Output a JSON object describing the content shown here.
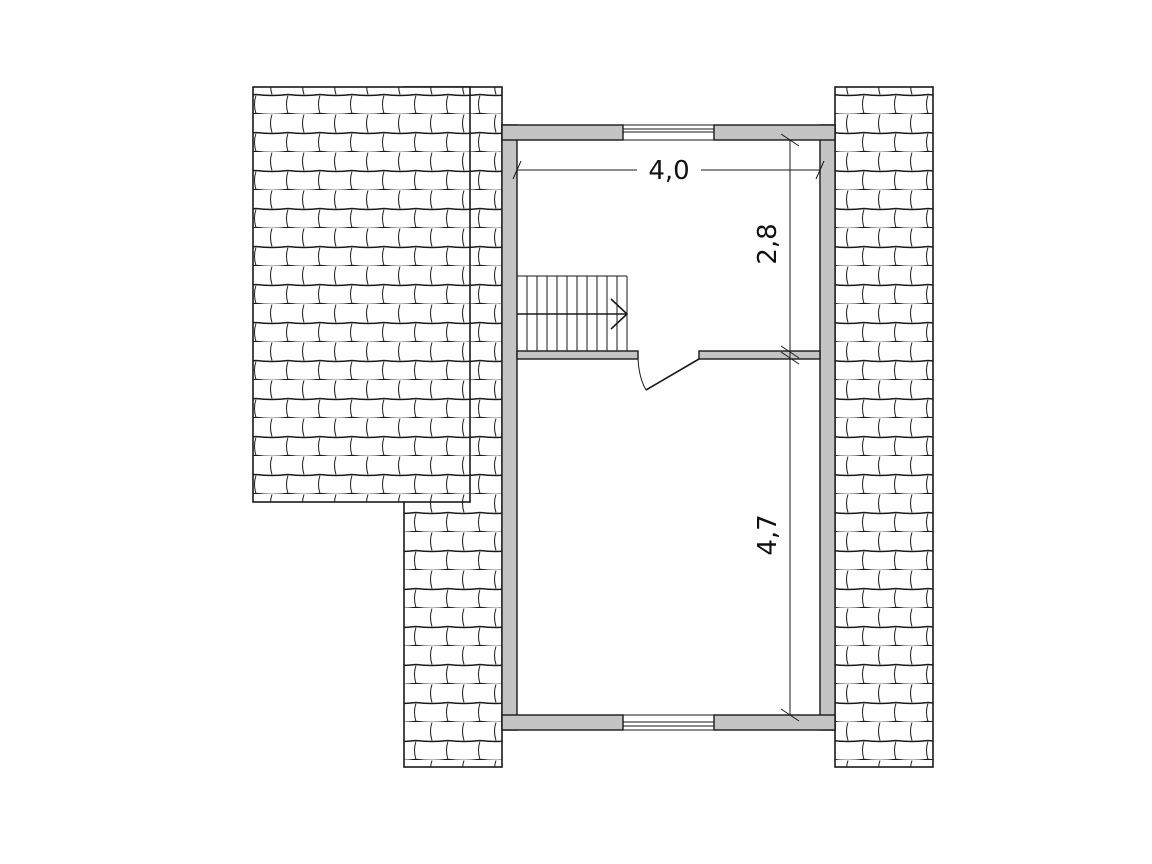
{
  "dimensions": {
    "width_top": "4,0",
    "height_upper_room": "2,8",
    "height_lower_room": "4,7"
  },
  "colors": {
    "wall_fill": "#c4c4c4",
    "line": "#1a1a1a",
    "background": "#ffffff"
  }
}
